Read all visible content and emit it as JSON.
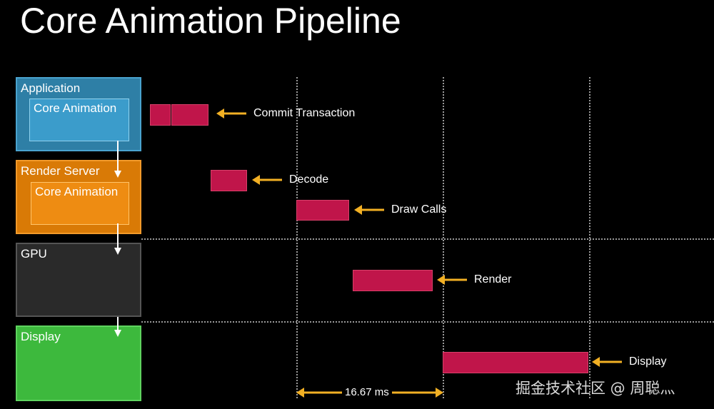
{
  "title": "Core Animation Pipeline",
  "stages": {
    "application": {
      "label": "Application",
      "inner_label": "Core Animation",
      "color": "#2e7fa6",
      "inner_color": "#3b9ccb"
    },
    "render_server": {
      "label": "Render Server",
      "inner_label": "Core Animation",
      "color": "#d97a06",
      "inner_color": "#ee8c12"
    },
    "gpu": {
      "label": "GPU",
      "color": "#2a2a2a"
    },
    "display": {
      "label": "Display",
      "color": "#3db93d"
    }
  },
  "callouts": {
    "commit": "Commit Transaction",
    "decode": "Decode",
    "draw_calls": "Draw Calls",
    "render": "Render",
    "display": "Display"
  },
  "timing": {
    "label": "16.67 ms"
  },
  "watermark": "掘金技术社区 @ 周聪灬",
  "colors": {
    "bar": "#c0154a",
    "arrow": "#f2b024",
    "grid": "#9a9a9a"
  }
}
